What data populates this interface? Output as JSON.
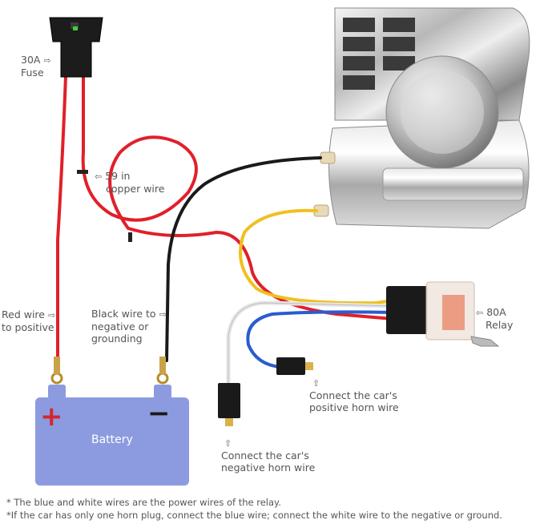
{
  "labels": {
    "fuse": [
      "30A",
      "Fuse"
    ],
    "copper_wire": [
      "59 in",
      "copper wire"
    ],
    "red_wire": [
      "Red wire",
      "to positive"
    ],
    "black_wire": [
      "Black wire to",
      "negative or",
      "grounding"
    ],
    "relay": [
      "80A",
      "Relay"
    ],
    "positive_horn": [
      "Connect the car's",
      "positive horn wire"
    ],
    "negative_horn": [
      "Connect the car's",
      "negative horn wire"
    ],
    "battery": "Battery",
    "battery_plus": "+",
    "battery_minus": "−"
  },
  "notes": [
    "* The blue and white wires are the power wires of the relay.",
    "*If the car has only one horn plug, connect the blue wire; connect the white wire to the negative or ground."
  ],
  "colors": {
    "red_wire": "#e0202a",
    "black_wire": "#1a1a1a",
    "yellow_wire": "#f0c020",
    "blue_wire": "#2a5cd0",
    "white_wire": "#f4f4f4",
    "battery": "#8c9be0",
    "battery_plus": "#d8242c"
  },
  "icons": [
    "fuse-icon",
    "horn-compressor-icon",
    "relay-icon",
    "battery-icon",
    "connector-plug-icon"
  ]
}
